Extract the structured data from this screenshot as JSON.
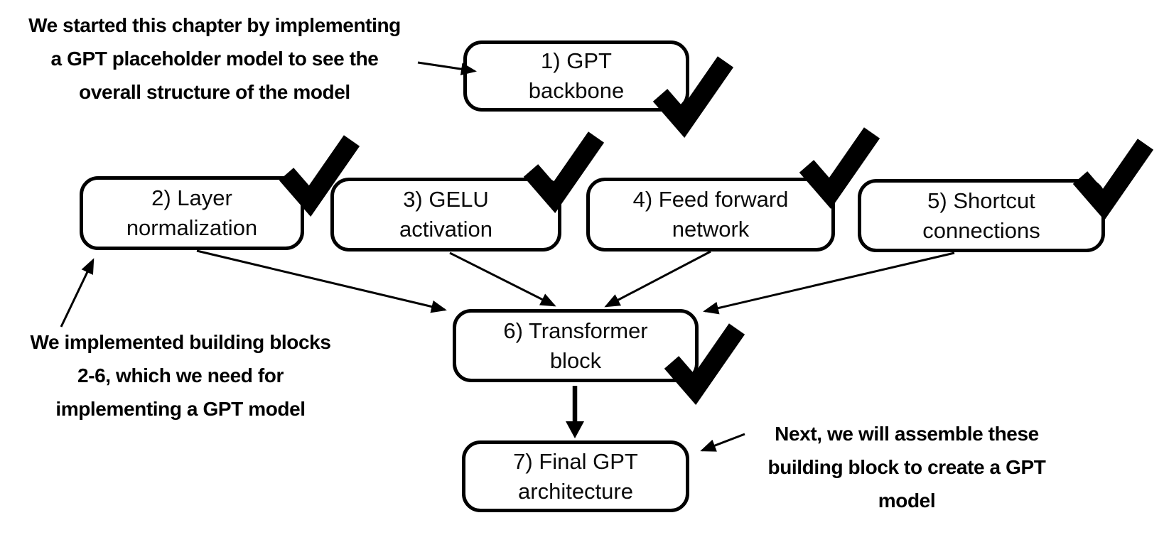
{
  "page": {
    "background_color": "#ffffff",
    "ink_color": "#000000",
    "title": "GPT model building blocks progress diagram"
  },
  "diagram": {
    "boxes": [
      {
        "label": "1) GPT\nbackbone",
        "checked": true
      },
      {
        "label": "2) Layer\nnormalization",
        "checked": true
      },
      {
        "label": "3) GELU\nactivation",
        "checked": true
      },
      {
        "label": "4) Feed forward\nnetwork",
        "checked": true
      },
      {
        "label": "5) Shortcut\nconnections",
        "checked": true
      },
      {
        "label": "6) Transformer\nblock",
        "checked": true
      },
      {
        "label": "7) Final GPT\narchitecture",
        "checked": false
      }
    ],
    "annotations": {
      "top_left": "We started this chapter by implementing\na GPT placeholder model to see the\noverall structure of the model",
      "bottom_left": "We implemented building blocks\n2-6, which we need for\nimplementing a GPT model",
      "bottom_right": "Next, we will assemble these\nbuilding block to create a GPT\nmodel"
    },
    "icons": {
      "checkmark": {
        "name": "heavy-checkmark-icon",
        "glyph": "✔",
        "color": "#000000"
      }
    },
    "connections": [
      {
        "from": "annotation-top-left",
        "to": "1) GPT backbone"
      },
      {
        "from": "2) Layer normalization",
        "to": "6) Transformer block"
      },
      {
        "from": "3) GELU activation",
        "to": "6) Transformer block"
      },
      {
        "from": "4) Feed forward network",
        "to": "6) Transformer block"
      },
      {
        "from": "5) Shortcut connections",
        "to": "6) Transformer block"
      },
      {
        "from": "6) Transformer block",
        "to": "7) Final GPT architecture"
      },
      {
        "from": "annotation-bottom-left",
        "to": "2) Layer normalization"
      },
      {
        "from": "annotation-bottom-right",
        "to": "7) Final GPT architecture"
      }
    ]
  }
}
